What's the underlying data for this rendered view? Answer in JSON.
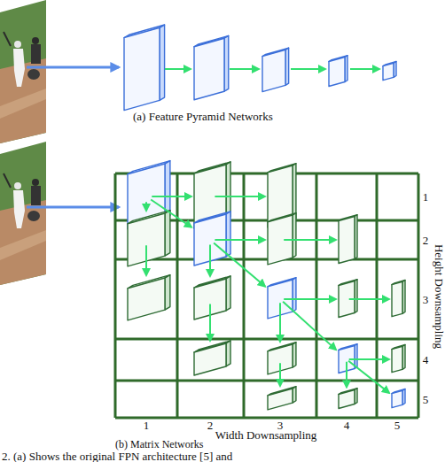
{
  "diagram": {
    "caption": "2. (a) Shows the original FPN architecture [5] and",
    "labels": [
      "(a) Feature Pyramid Networks",
      "1",
      "2",
      "3",
      "4",
      "5",
      "Height Downsampling",
      "1",
      "2",
      "3",
      "4",
      "5",
      "Width Downsampling",
      "(b) Matrix Networks"
    ]
  }
}
